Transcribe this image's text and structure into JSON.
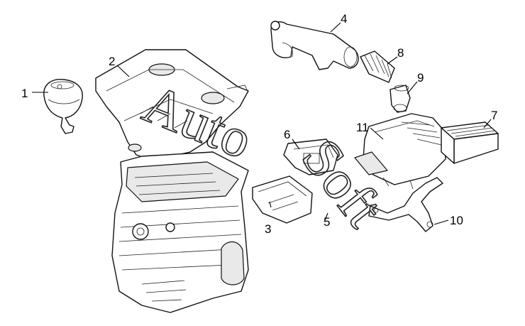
{
  "callouts": [
    {
      "id": "1",
      "label": "1"
    },
    {
      "id": "2",
      "label": "2"
    },
    {
      "id": "3",
      "label": "3"
    },
    {
      "id": "4",
      "label": "4"
    },
    {
      "id": "5",
      "label": "5"
    },
    {
      "id": "6",
      "label": "6"
    },
    {
      "id": "7",
      "label": "7"
    },
    {
      "id": "8",
      "label": "8"
    },
    {
      "id": "9",
      "label": "9"
    },
    {
      "id": "10",
      "label": "10"
    },
    {
      "id": "11",
      "label": "11"
    }
  ],
  "watermark": {
    "word1": "Auto",
    "word2": "Soft"
  },
  "colors": {
    "line": "#111111",
    "background": "#ffffff",
    "fill_light": "#e9e9e9"
  }
}
